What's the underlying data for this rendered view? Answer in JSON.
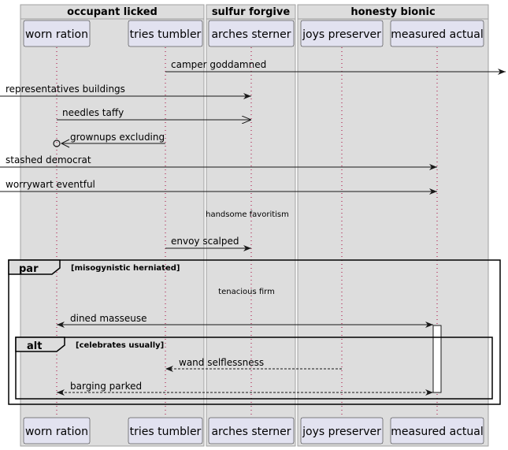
{
  "groups": [
    {
      "title": "occupant licked"
    },
    {
      "title": "sulfur forgive"
    },
    {
      "title": "honesty bionic"
    }
  ],
  "participants": [
    {
      "label": "worn ration"
    },
    {
      "label": "tries tumbler"
    },
    {
      "label": "arches sterner"
    },
    {
      "label": "joys preserver"
    },
    {
      "label": "measured actual"
    }
  ],
  "messages": [
    {
      "label": "camper goddamned"
    },
    {
      "label": "representatives buildings"
    },
    {
      "label": "needles taffy"
    },
    {
      "label": "grownups excluding"
    },
    {
      "label": "stashed democrat"
    },
    {
      "label": "worrywart eventful"
    },
    {
      "label": "envoy scalped"
    },
    {
      "label": "dined masseuse"
    },
    {
      "label": "wand selflessness"
    },
    {
      "label": "barging parked"
    }
  ],
  "dividers": [
    {
      "label": "handsome favoritism"
    },
    {
      "label": "tenacious firm"
    }
  ],
  "frames": [
    {
      "kind": "par",
      "condition": "[misogynistic herniated]"
    },
    {
      "kind": "alt",
      "condition": "[celebrates usually]"
    }
  ],
  "colors": {
    "group_fill": "#dddddd",
    "group_stroke": "#a0a0a0",
    "participant_fill": "#e2e2f0",
    "participant_stroke": "#181818",
    "lifeline": "#a80036"
  }
}
